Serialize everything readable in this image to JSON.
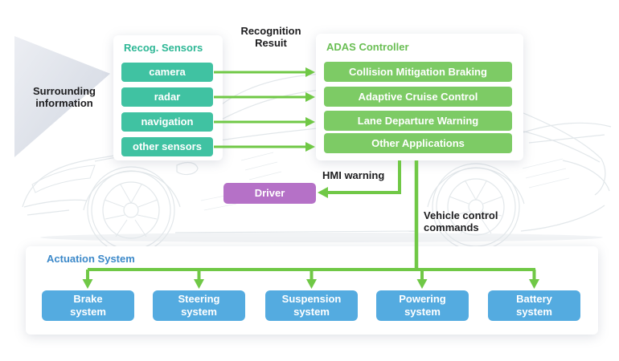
{
  "annotations": {
    "surrounding_information": "Surrounding\ninformation",
    "recognition_result": "Recognition\nResuit",
    "hmi_warning": "HMI warning",
    "vehicle_control_commands": "Vehicle control\ncommands"
  },
  "sensors_panel": {
    "title": "Recog. Sensors",
    "items": [
      "camera",
      "radar",
      "navigation",
      "other sensors"
    ]
  },
  "adas_panel": {
    "title": "ADAS Controller",
    "items": [
      "Collision Mitigation Braking",
      "Adaptive Cruise Control",
      "Lane Departure Warning",
      "Other Applications"
    ]
  },
  "driver": {
    "label": "Driver"
  },
  "actuation_panel": {
    "title": "Actuation System",
    "items": [
      "Brake\nsystem",
      "Steering\nsystem",
      "Suspension\nsystem",
      "Powering\nsystem",
      "Battery\nsystem"
    ]
  },
  "colors": {
    "sensor_teal": "#40C2A2",
    "sensor_title_teal": "#2DB795",
    "adas_green": "#7DCB65",
    "adas_title_green": "#69BE53",
    "arrow_green": "#70C846",
    "actuation_blue": "#54ABE0",
    "actuation_title_blue": "#3C89C9",
    "driver_purple": "#B571C7",
    "annotation_black": "#1D1D1F"
  }
}
